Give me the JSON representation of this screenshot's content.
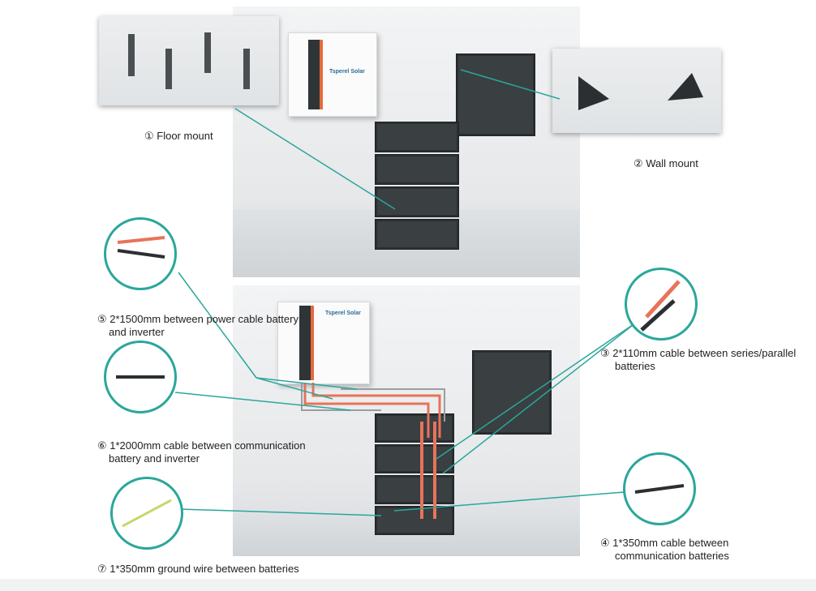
{
  "labels": {
    "floor_mount": "① Floor mount",
    "wall_mount": "② Wall mount",
    "cable_3": "③ 2*110mm cable between series/parallel batteries",
    "cable_4": "④ 1*350mm cable between communication batteries",
    "cable_5": "⑤ 2*1500mm between power cable battery and inverter",
    "cable_6": "⑥ 1*2000mm cable between communication battery and inverter",
    "cable_7": "⑦ 1*350mm ground wire between batteries"
  },
  "label_lines": {
    "cable_3": [
      "③ 2*110mm cable between series/parallel",
      "batteries"
    ],
    "cable_4": [
      "④ 1*350mm cable between",
      "communication batteries"
    ],
    "cable_5": [
      "⑤ 2*1500mm between power cable battery",
      "and inverter"
    ],
    "cable_6": [
      "⑥ 1*2000mm cable between communication",
      "battery and inverter"
    ]
  },
  "brand": "Tsperel Solar",
  "colors": {
    "accent_line": "#2aa79b",
    "power_cable": "#e8735a",
    "comm_cable": "#9a9ea2",
    "ground_cable": "#c6d86a"
  }
}
